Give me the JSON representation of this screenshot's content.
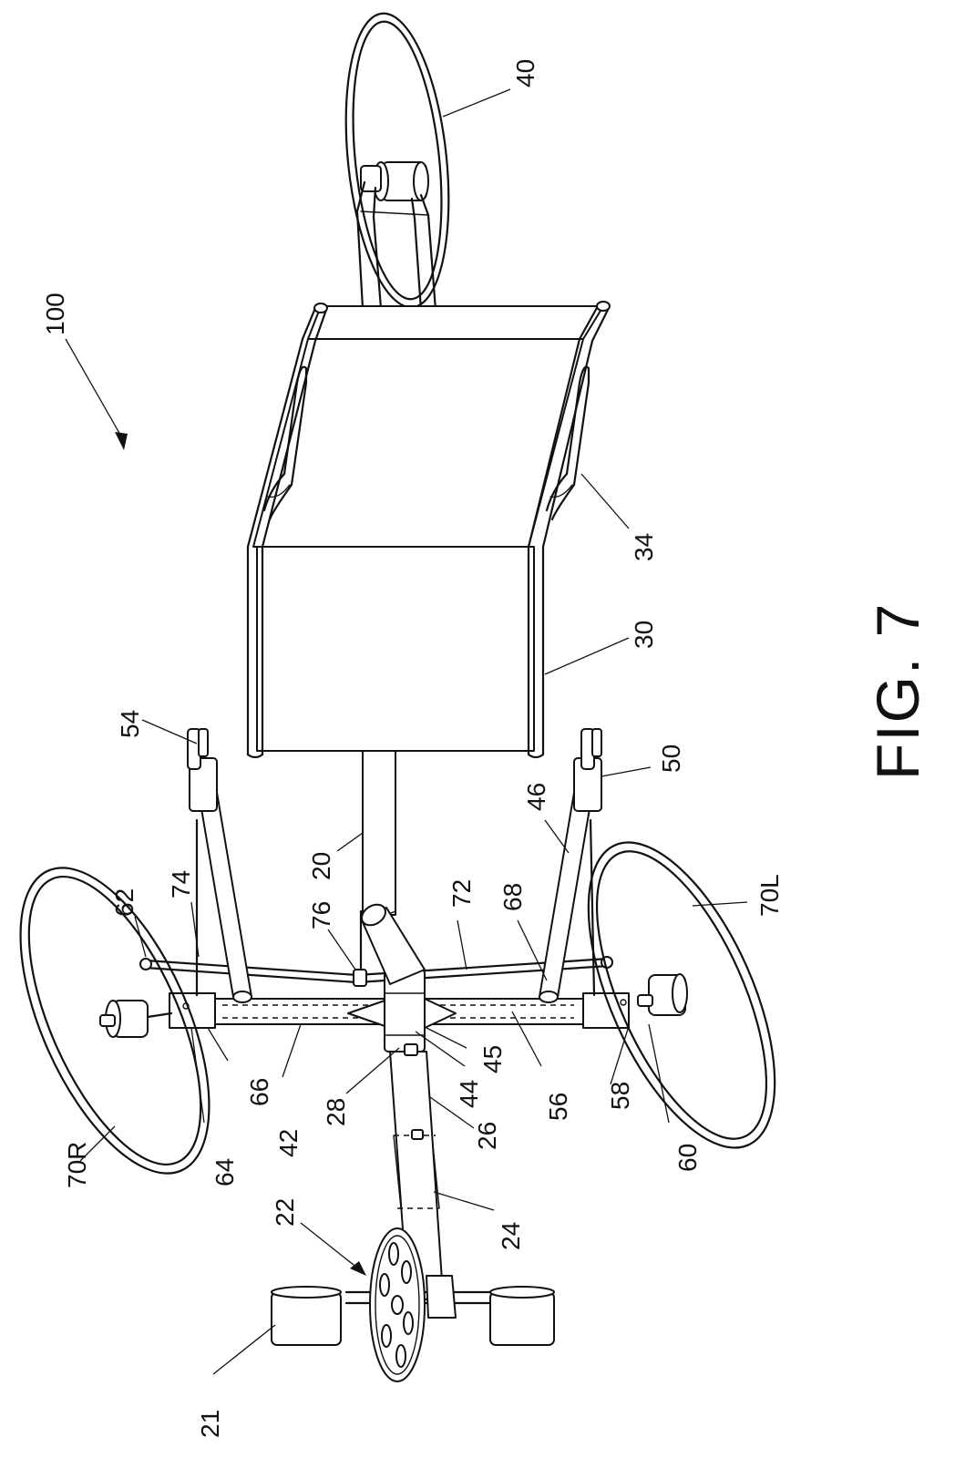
{
  "figure": {
    "caption": "FIG. 7"
  },
  "callouts": [
    {
      "id": "100",
      "text": "100"
    },
    {
      "id": "40",
      "text": "40"
    },
    {
      "id": "34",
      "text": "34"
    },
    {
      "id": "30",
      "text": "30"
    },
    {
      "id": "54",
      "text": "54"
    },
    {
      "id": "50",
      "text": "50"
    },
    {
      "id": "46",
      "text": "46"
    },
    {
      "id": "62",
      "text": "62"
    },
    {
      "id": "74",
      "text": "74"
    },
    {
      "id": "76",
      "text": "76"
    },
    {
      "id": "20",
      "text": "20"
    },
    {
      "id": "72",
      "text": "72"
    },
    {
      "id": "68",
      "text": "68"
    },
    {
      "id": "70L",
      "text": "70L"
    },
    {
      "id": "66",
      "text": "66"
    },
    {
      "id": "42",
      "text": "42"
    },
    {
      "id": "28",
      "text": "28"
    },
    {
      "id": "44",
      "text": "44"
    },
    {
      "id": "45",
      "text": "45"
    },
    {
      "id": "26",
      "text": "26"
    },
    {
      "id": "56",
      "text": "56"
    },
    {
      "id": "58",
      "text": "58"
    },
    {
      "id": "60",
      "text": "60"
    },
    {
      "id": "70R",
      "text": "70R"
    },
    {
      "id": "64",
      "text": "64"
    },
    {
      "id": "22",
      "text": "22"
    },
    {
      "id": "24",
      "text": "24"
    },
    {
      "id": "21",
      "text": "21"
    }
  ]
}
